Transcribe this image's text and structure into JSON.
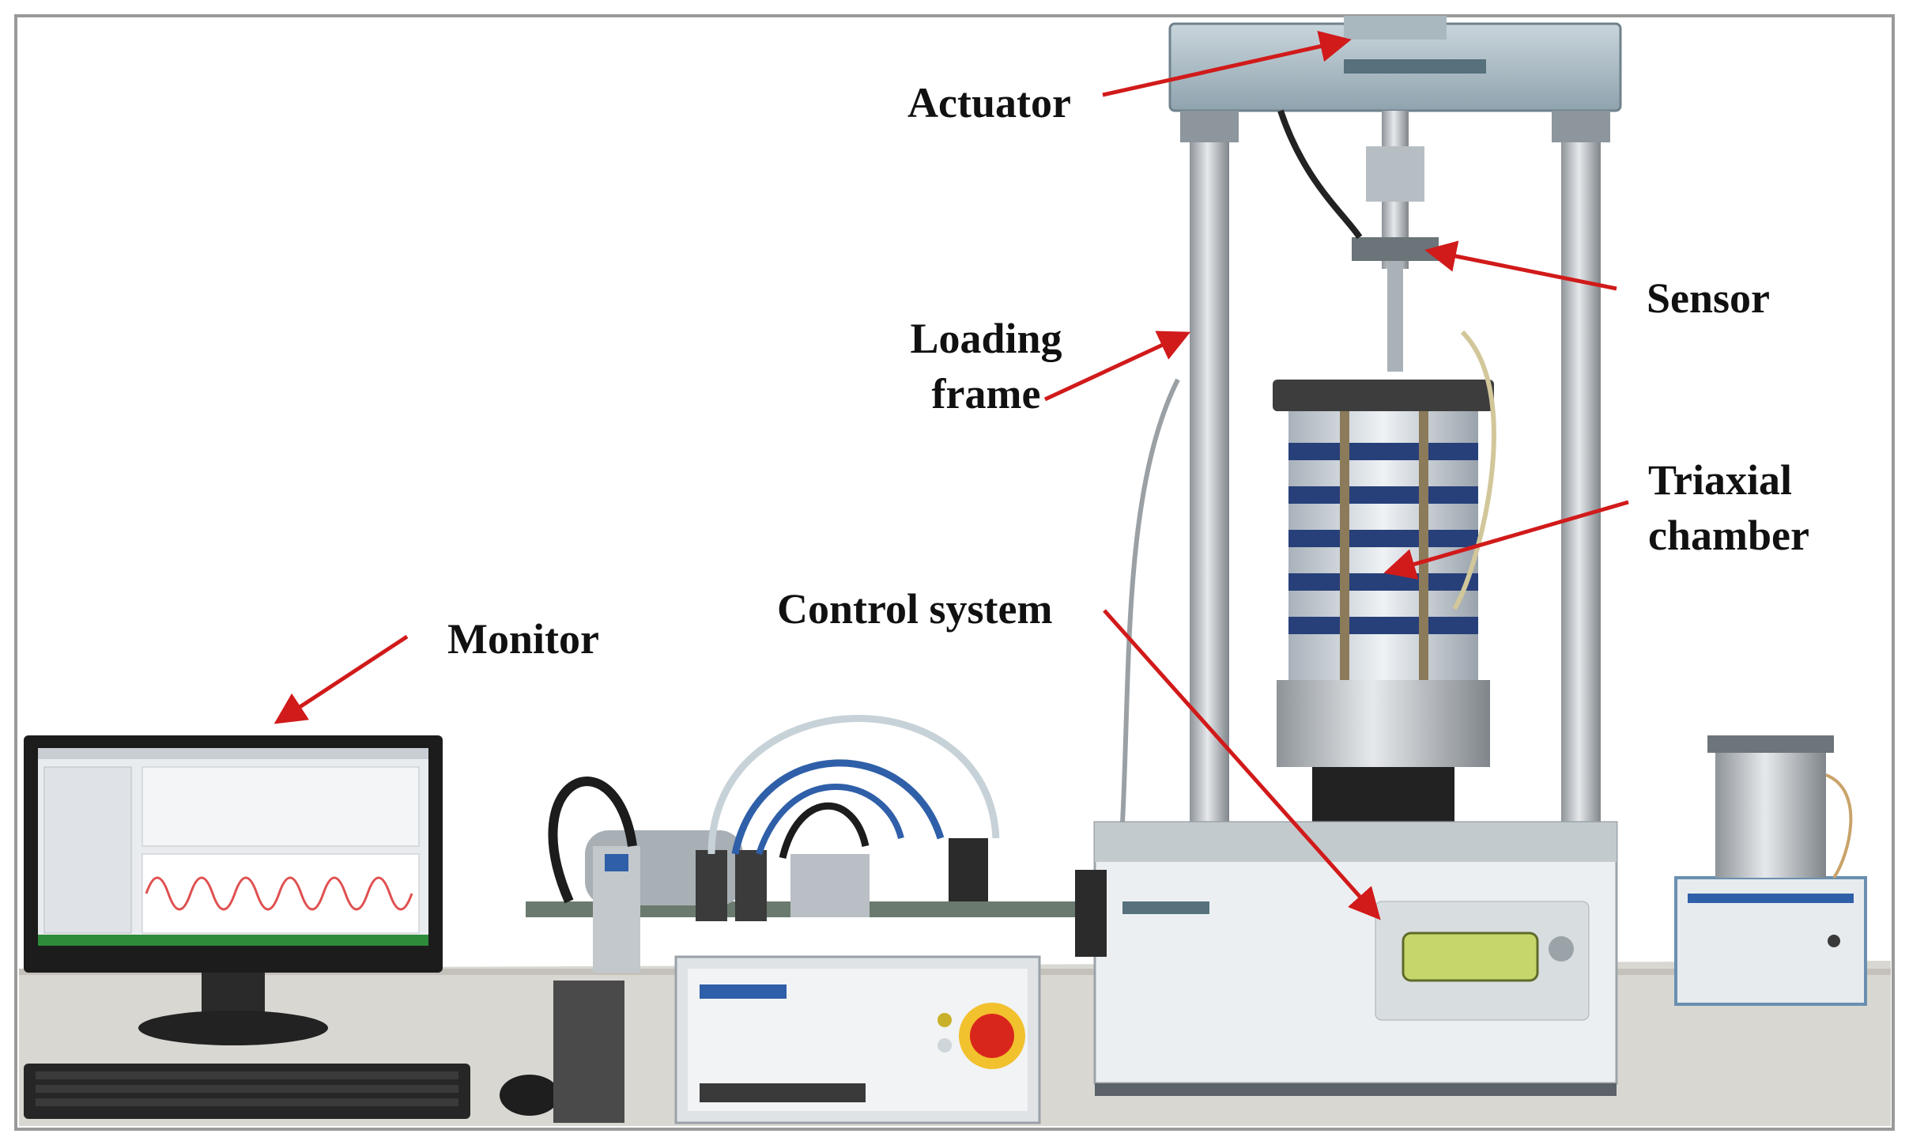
{
  "figure": {
    "labels": {
      "actuator": "Actuator",
      "sensor": "Sensor",
      "loading_frame_line1": "Loading",
      "loading_frame_line2": "frame",
      "triaxial_chamber_line1": "Triaxial",
      "triaxial_chamber_line2": "chamber",
      "control_system": "Control system",
      "monitor": "Monitor"
    },
    "colors": {
      "arrow": "#d11a1a",
      "frame_border": "#9a9a9a",
      "label_text": "#111111",
      "table_top": "#d9d7d2",
      "steel": "#b8bcc0",
      "chamber_band": "#27407a",
      "screen_bg": "#e9ecef",
      "screen_wave": "#e05050",
      "lcd": "#c7d66a",
      "emergency_stop": "#d9261c",
      "hose_blue": "#2f5fa8"
    },
    "icons": {
      "arrow": "red-pointer-arrow-icon",
      "stop": "emergency-stop-button-icon"
    }
  }
}
